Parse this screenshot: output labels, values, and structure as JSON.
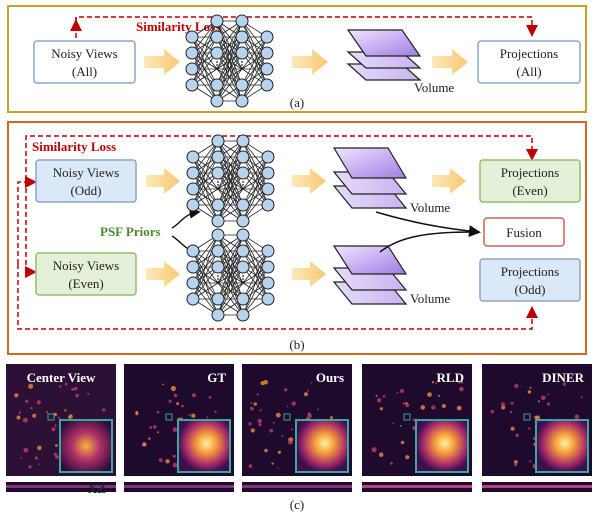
{
  "panel_a": {
    "label": "(a)",
    "loss_label": "Similarity Loss",
    "input": {
      "line1": "Noisy Views",
      "line2": "(All)"
    },
    "volume_label": "Volume",
    "output": {
      "line1": "Projections",
      "line2": "(All)"
    }
  },
  "panel_b": {
    "label": "(b)",
    "loss_label": "Similarity Loss",
    "psf_label": "PSF Priors",
    "top_input": {
      "line1": "Noisy Views",
      "line2": "(Odd)"
    },
    "bottom_input": {
      "line1": "Noisy Views",
      "line2": "(Even)"
    },
    "top_volume_label": "Volume",
    "bottom_volume_label": "Volume",
    "top_output": {
      "line1": "Projections",
      "line2": "(Even)"
    },
    "fusion_label": "Fusion",
    "bottom_output": {
      "line1": "Projections",
      "line2": "(Odd)"
    }
  },
  "panel_c": {
    "label": "(c)",
    "xz_label": "XZ",
    "tiles": [
      "Center View",
      "GT",
      "Ours",
      "RLD",
      "DINER"
    ]
  },
  "colors": {
    "panel_a_border": "#c9a227",
    "panel_b_border": "#d2691e",
    "loss_red": "#c00000",
    "psf_green": "#4e8a2c",
    "blue_box_border": "#8aa6c8",
    "blue_box_fill": "#dbe8f7",
    "green_box_border": "#8fc06a",
    "green_box_fill": "#e4f1d8",
    "fusion_border": "#d06060",
    "arrow_fill": "#fbd58a",
    "neuron_fill": "#b7d3ee",
    "volume_fill": "#c8b2f0"
  }
}
